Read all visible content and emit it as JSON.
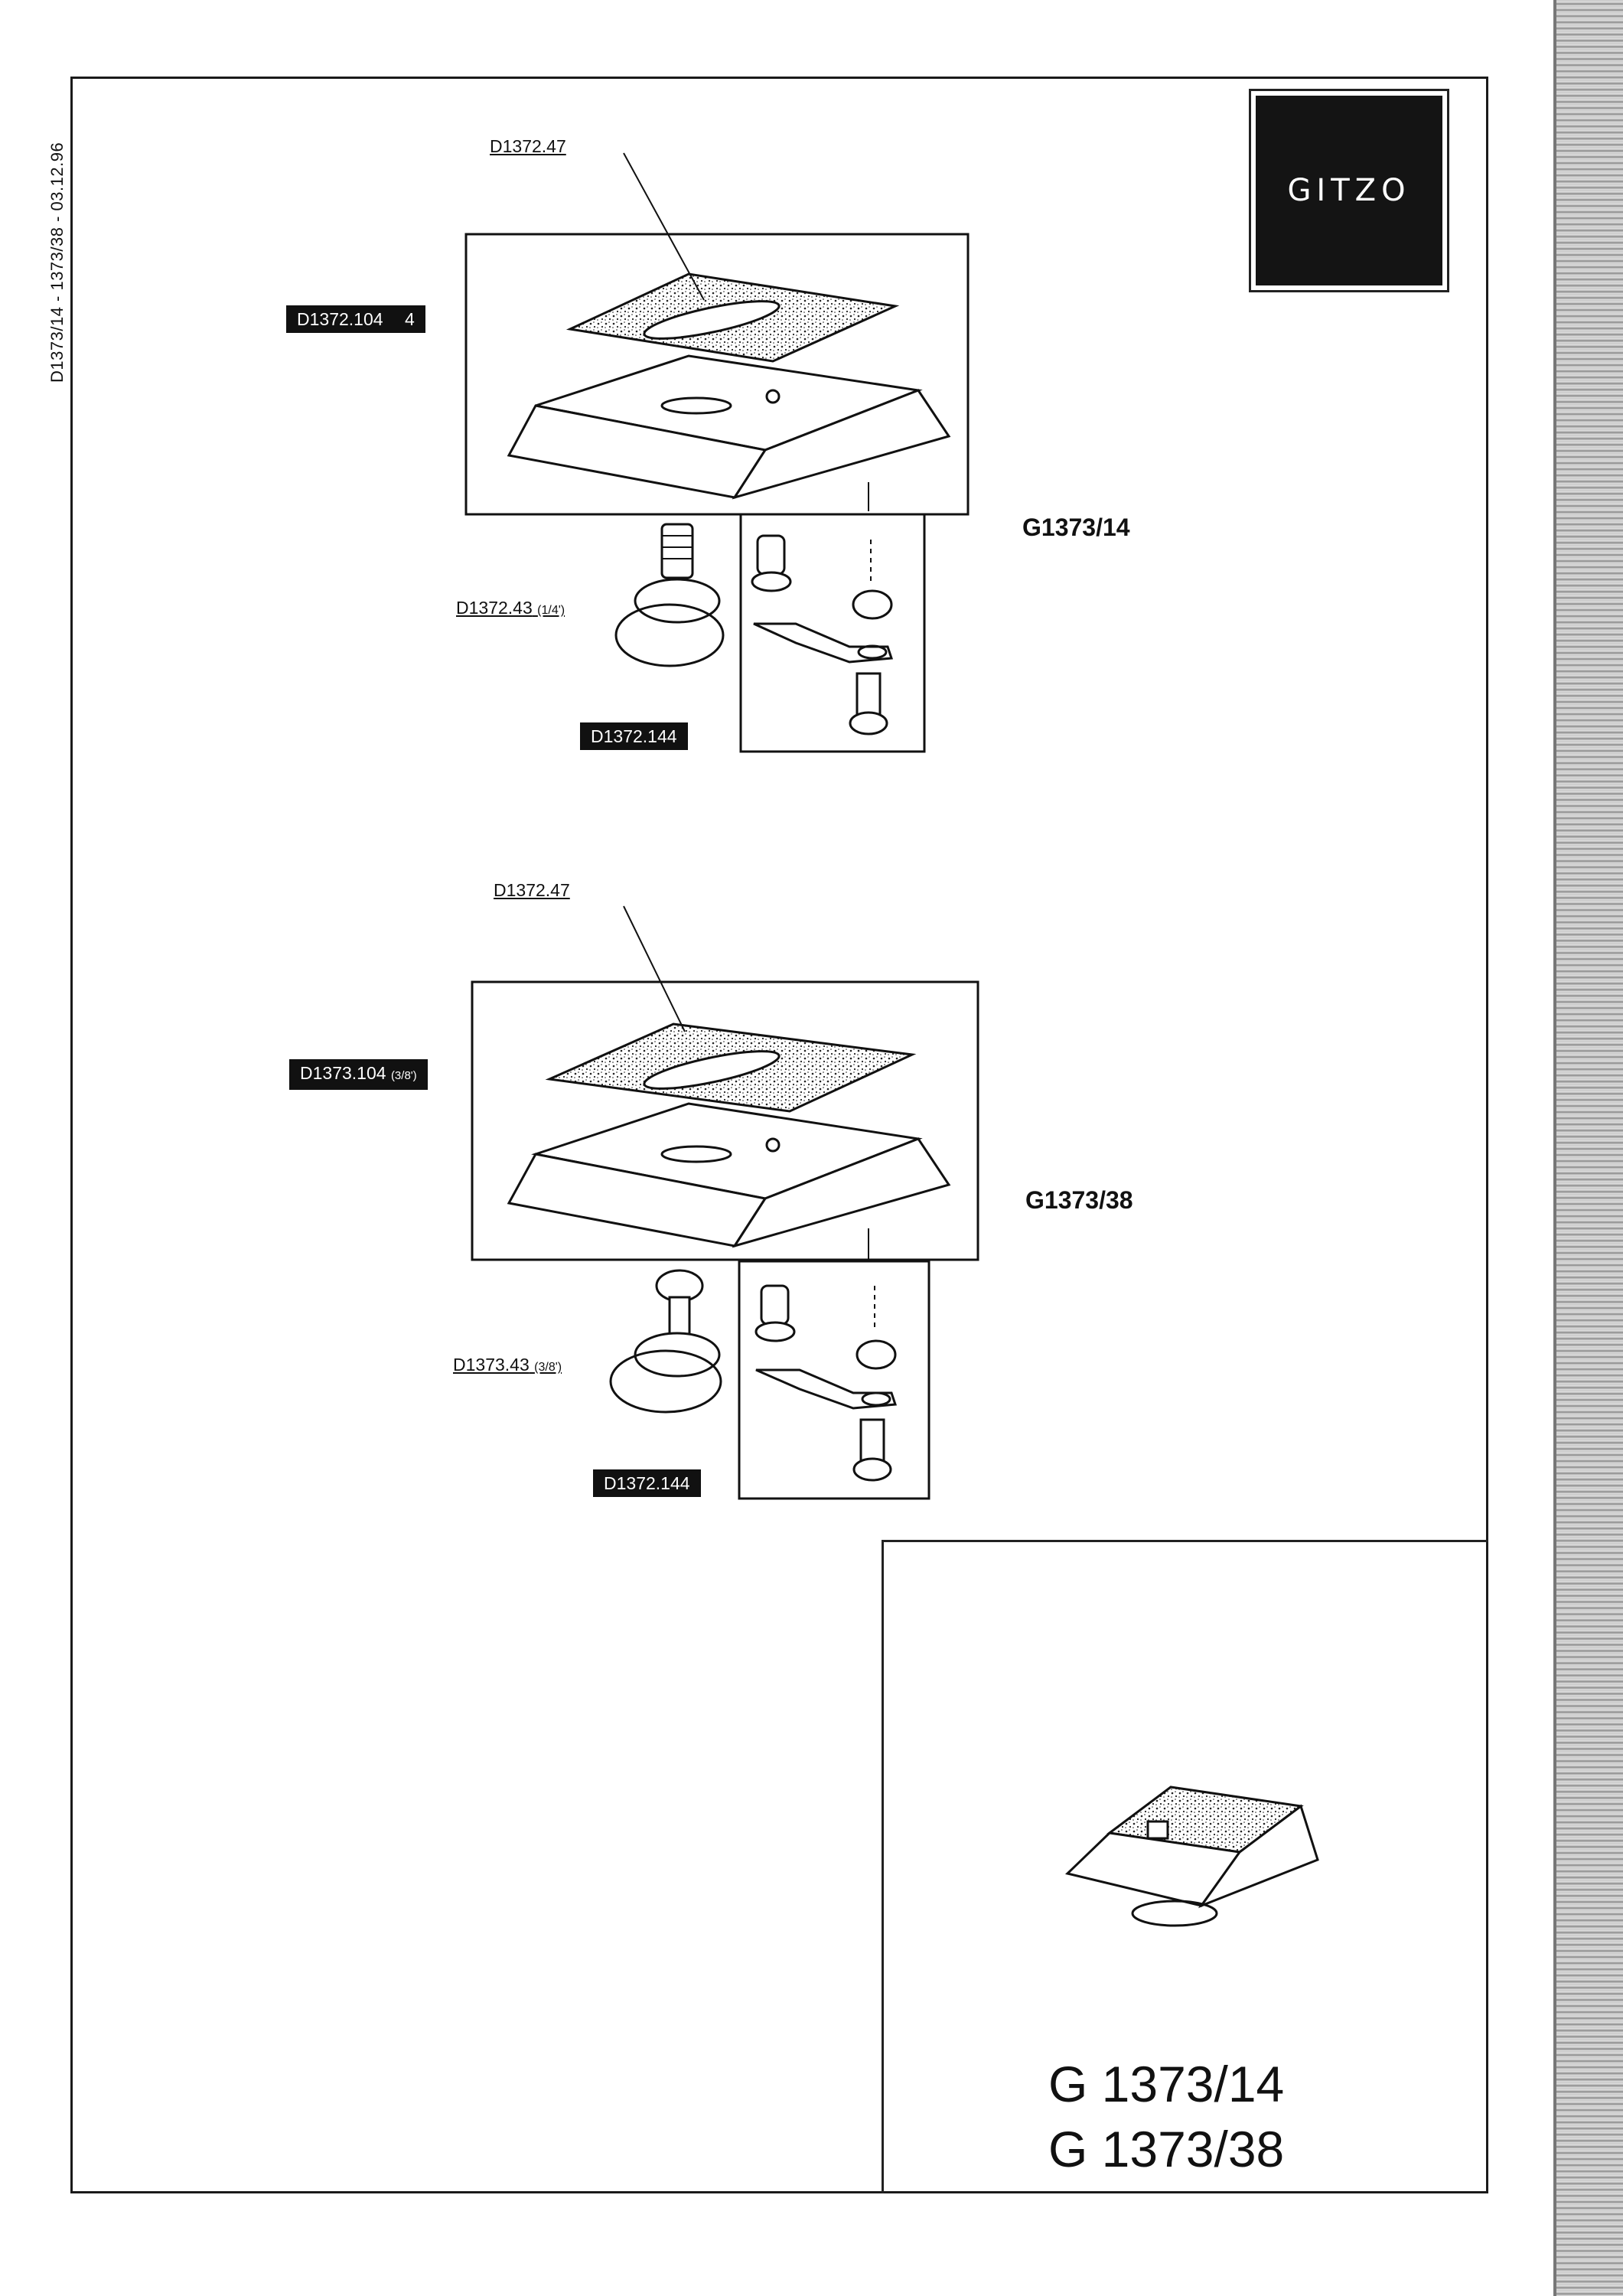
{
  "side_code": "D1373/14 - 1373/38 - 03.12.96",
  "logo": {
    "text": "GITZO"
  },
  "diagram_top": {
    "plate_label": "D1372.47",
    "pad_label": "D1372.104",
    "pad_label_suffix": "4",
    "screw_label": "D1372.43",
    "screw_size": "(1/4')",
    "parts_label": "D1372.144",
    "model": "G1373/14"
  },
  "diagram_bottom": {
    "plate_label": "D1372.47",
    "pad_label": "D1373.104",
    "pad_label_suffix": "(3/8')",
    "screw_label": "D1373.43",
    "screw_size": "(3/8')",
    "parts_label": "D1372.144",
    "model": "G1373/38"
  },
  "product": {
    "line1": "G 1373/14",
    "line2": "G 1373/38"
  },
  "icons": [
    "gitzo-logo",
    "quick-release-plate-exploded",
    "screw-kit",
    "plate-thumbnail"
  ]
}
